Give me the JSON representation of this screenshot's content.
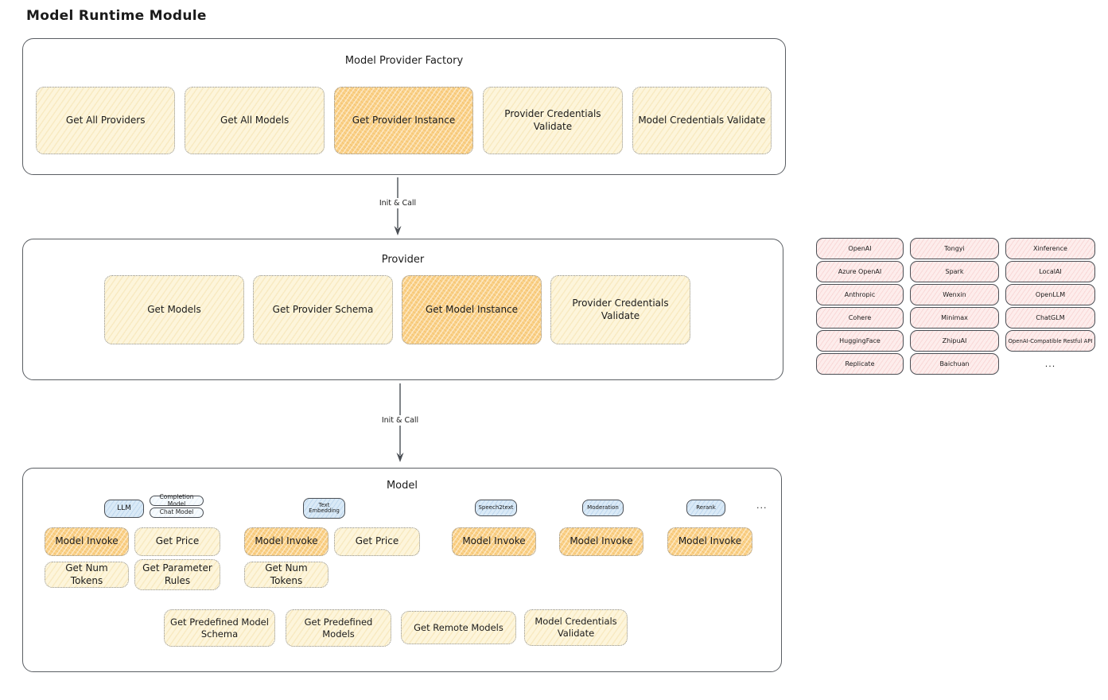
{
  "page_title": "Model Runtime Module",
  "colors": {
    "cream_fill": "#fdf5db",
    "orange_fill": "#fad28b",
    "pink_fill": "#fdedec",
    "blue_fill": "#daeaf7",
    "border_dark": "#5a5e63",
    "border_dotted": "#8f9296",
    "text": "#1b1b1b"
  },
  "factory": {
    "title": "Model Provider Factory",
    "buttons": [
      {
        "label": "Get All Providers",
        "variant": "cream"
      },
      {
        "label": "Get All Models",
        "variant": "cream"
      },
      {
        "label": "Get Provider Instance",
        "variant": "orange"
      },
      {
        "label": "Provider Credentials Validate",
        "variant": "cream"
      },
      {
        "label": "Model Credentials Validate",
        "variant": "cream"
      }
    ]
  },
  "connections": [
    {
      "label": "Init & Call"
    },
    {
      "label": "Init & Call"
    }
  ],
  "provider": {
    "title": "Provider",
    "buttons": [
      {
        "label": "Get Models",
        "variant": "cream"
      },
      {
        "label": "Get Provider Schema",
        "variant": "cream"
      },
      {
        "label": "Get Model Instance",
        "variant": "orange"
      },
      {
        "label": "Provider Credentials Validate",
        "variant": "cream"
      }
    ]
  },
  "providers_list": {
    "columns": [
      [
        "OpenAI",
        "Azure OpenAI",
        "Anthropic",
        "Cohere",
        "HuggingFace",
        "Replicate"
      ],
      [
        "Tongyi",
        "Spark",
        "Wenxin",
        "Minimax",
        "ZhipuAI",
        "Baichuan"
      ],
      [
        "Xinference",
        "LocalAI",
        "OpenLLM",
        "ChatGLM",
        "OpenAI-Compatible Restful API"
      ]
    ],
    "more_label": "..."
  },
  "model": {
    "title": "Model",
    "tags": {
      "llm": "LLM",
      "completion_model": "Completion Model",
      "chat_model": "Chat Model",
      "text_embedding": "Text Embedding",
      "speech2text": "Speech2text",
      "moderation": "Moderation",
      "rerank": "Rerank",
      "more": "..."
    },
    "buttons": {
      "llm_model_invoke": "Model Invoke",
      "llm_get_price": "Get Price",
      "llm_get_num_tokens": "Get Num Tokens",
      "llm_get_parameter_rules": "Get Parameter Rules",
      "te_model_invoke": "Model Invoke",
      "te_get_price": "Get Price",
      "te_get_num_tokens": "Get Num Tokens",
      "s2t_model_invoke": "Model Invoke",
      "moderation_model_invoke": "Model Invoke",
      "rerank_model_invoke": "Model Invoke",
      "get_predefined_model_schema": "Get Predefined Model Schema",
      "get_predefined_models": "Get Predefined Models",
      "get_remote_models": "Get Remote Models",
      "model_credentials_validate": "Model Credentials Validate"
    }
  }
}
